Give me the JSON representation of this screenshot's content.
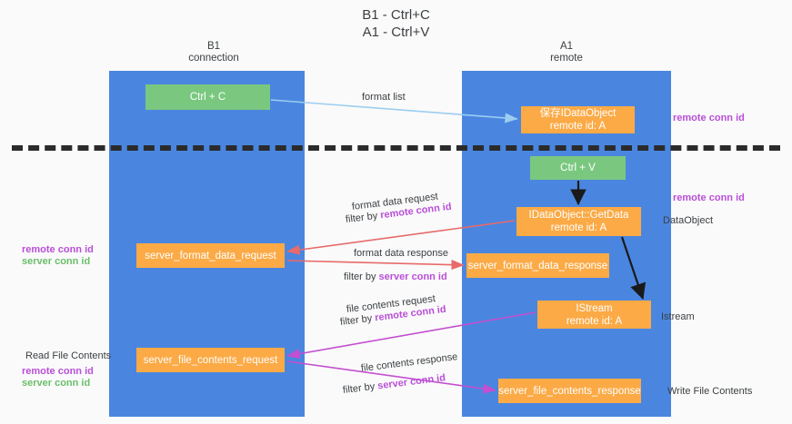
{
  "title": "B1 - Ctrl+C\nA1 - Ctrl+V",
  "columns": {
    "left": {
      "header": "B1\nconnection"
    },
    "right": {
      "header": "A1\nremote"
    }
  },
  "boxes": {
    "ctrl_c": "Ctrl + C",
    "ctrl_v": "Ctrl + V",
    "idataobject": "保存IDataObject\nremote id: A",
    "getdata": "IDataObject::GetData\nremote id: A",
    "istream": "IStream\nremote id: A",
    "server_format_data_request": "server_format_data_request",
    "server_format_data_response": "server_format_data_response",
    "server_file_contents_request": "server_file_contents_request",
    "server_file_contents_response": "server_file_contents_response"
  },
  "edges": {
    "format_list": "format list",
    "format_data_request": "format data request",
    "format_data_request_filter_prefix": "filter by ",
    "format_data_request_filter_key": "remote conn id",
    "format_data_response": "format data response",
    "format_data_response_filter_prefix": "filter by ",
    "format_data_response_filter_key": "server conn id",
    "file_contents_request": "file contents request",
    "file_contents_request_filter_prefix": "filter by ",
    "file_contents_request_filter_key": "remote conn id",
    "file_contents_response": "file contents response",
    "file_contents_response_filter_prefix": "filter by ",
    "file_contents_response_filter_key": "server conn id"
  },
  "annotations": {
    "right_remote_conn_id_top": "remote conn id",
    "right_remote_conn_id_mid": "remote conn id",
    "right_dataobject": "DataObject",
    "right_istream": "Istream",
    "right_write_file_contents": "Write File Contents",
    "left_remote_conn_id_mid": "remote conn id",
    "left_server_conn_id_mid": "server conn id",
    "left_read_file_contents": "Read File Contents",
    "left_remote_conn_id_bottom": "remote conn id",
    "left_server_conn_id_bottom": "server conn id"
  },
  "colors": {
    "lane_blue": "#4a86e0",
    "box_green": "#7ac87f",
    "box_orange": "#fbaa46",
    "purple_text": "#b94fd8",
    "green_text": "#6abf69",
    "arrow_light_blue": "#9ccdf0",
    "arrow_red": "#e86a6a",
    "arrow_magenta": "#c44fd0",
    "arrow_black": "#1a1a1a",
    "dashed_line": "#2b2b2b",
    "background": "#fafafa"
  }
}
